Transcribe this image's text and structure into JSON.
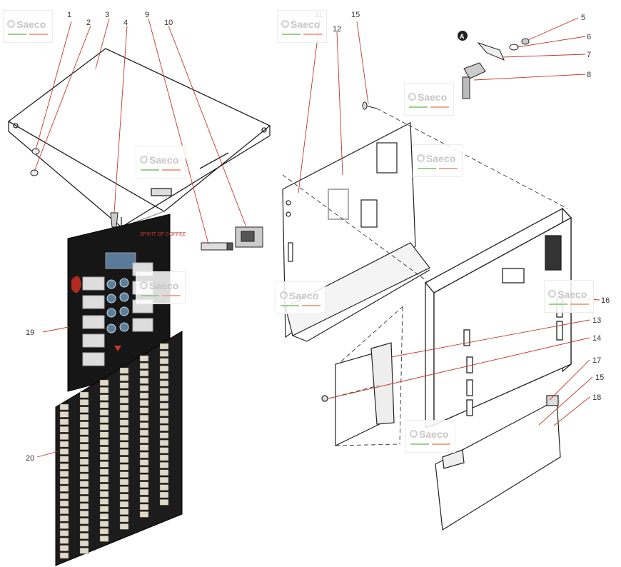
{
  "watermark": {
    "text": "Saeco",
    "count": 9
  },
  "callouts": [
    {
      "id": "c1",
      "label": "1"
    },
    {
      "id": "c2",
      "label": "2"
    },
    {
      "id": "c3",
      "label": "3"
    },
    {
      "id": "c4",
      "label": "4"
    },
    {
      "id": "c9",
      "label": "9"
    },
    {
      "id": "c10",
      "label": "10"
    },
    {
      "id": "c11",
      "label": "11"
    },
    {
      "id": "c12",
      "label": "12"
    },
    {
      "id": "c15a",
      "label": "15"
    },
    {
      "id": "c5",
      "label": "5"
    },
    {
      "id": "c6",
      "label": "6"
    },
    {
      "id": "c7",
      "label": "7"
    },
    {
      "id": "c8",
      "label": "8"
    },
    {
      "id": "c16",
      "label": "16"
    },
    {
      "id": "c13",
      "label": "13"
    },
    {
      "id": "c14",
      "label": "14"
    },
    {
      "id": "c17",
      "label": "17"
    },
    {
      "id": "c15b",
      "label": "15"
    },
    {
      "id": "c18",
      "label": "18"
    },
    {
      "id": "c19",
      "label": "19"
    },
    {
      "id": "c20",
      "label": "20"
    }
  ],
  "detail_marker": "A",
  "colors": {
    "callout_line": "#c0392b",
    "outline": "#222222",
    "panel": "#1a1a1a"
  }
}
